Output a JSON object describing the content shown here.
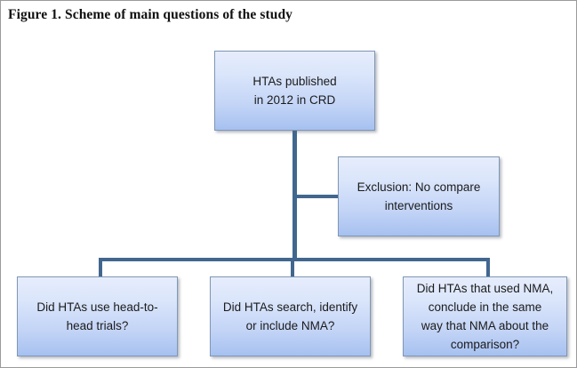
{
  "figure": {
    "title": "Figure 1. Scheme of main questions of the study"
  },
  "colors": {
    "connector": "#41678F",
    "box_border": "#8097B4",
    "box_fill_top": "#E6EDFC",
    "box_fill_bottom": "#A6C1F0",
    "text": "#1B1B1B",
    "title_text": "#111111",
    "canvas": "#FFFFFF"
  },
  "chart_data": {
    "type": "diagram",
    "title": "Figure 1. Scheme of main questions of the study",
    "nodes": [
      {
        "id": "top",
        "label": "HTAs published\nin 2012 in CRD",
        "role": "root"
      },
      {
        "id": "exclusion",
        "label": "Exclusion: No compare\ninterventions",
        "role": "exclusion"
      },
      {
        "id": "q1",
        "label": "Did HTAs use head-to-\nhead trials?",
        "role": "question"
      },
      {
        "id": "q2",
        "label": "Did HTAs search, identify\nor include NMA?",
        "role": "question"
      },
      {
        "id": "q3",
        "label": "Did HTAs that used NMA,\nconclude in the same\nway that NMA about the\ncomparison?",
        "role": "question"
      }
    ],
    "edges": [
      {
        "from": "top",
        "to": "exclusion",
        "style": "orthogonal"
      },
      {
        "from": "top",
        "to": "q1",
        "style": "orthogonal"
      },
      {
        "from": "top",
        "to": "q2",
        "style": "orthogonal"
      },
      {
        "from": "top",
        "to": "q3",
        "style": "orthogonal"
      }
    ]
  },
  "boxes": {
    "top": "HTAs published\nin 2012 in CRD",
    "exclusion": "Exclusion: No compare\ninterventions",
    "q1": "Did HTAs use head-to-\nhead trials?",
    "q2": "Did HTAs search, identify\nor include NMA?",
    "q3": "Did HTAs that used NMA,\nconclude in the same\nway that NMA about the\ncomparison?"
  }
}
